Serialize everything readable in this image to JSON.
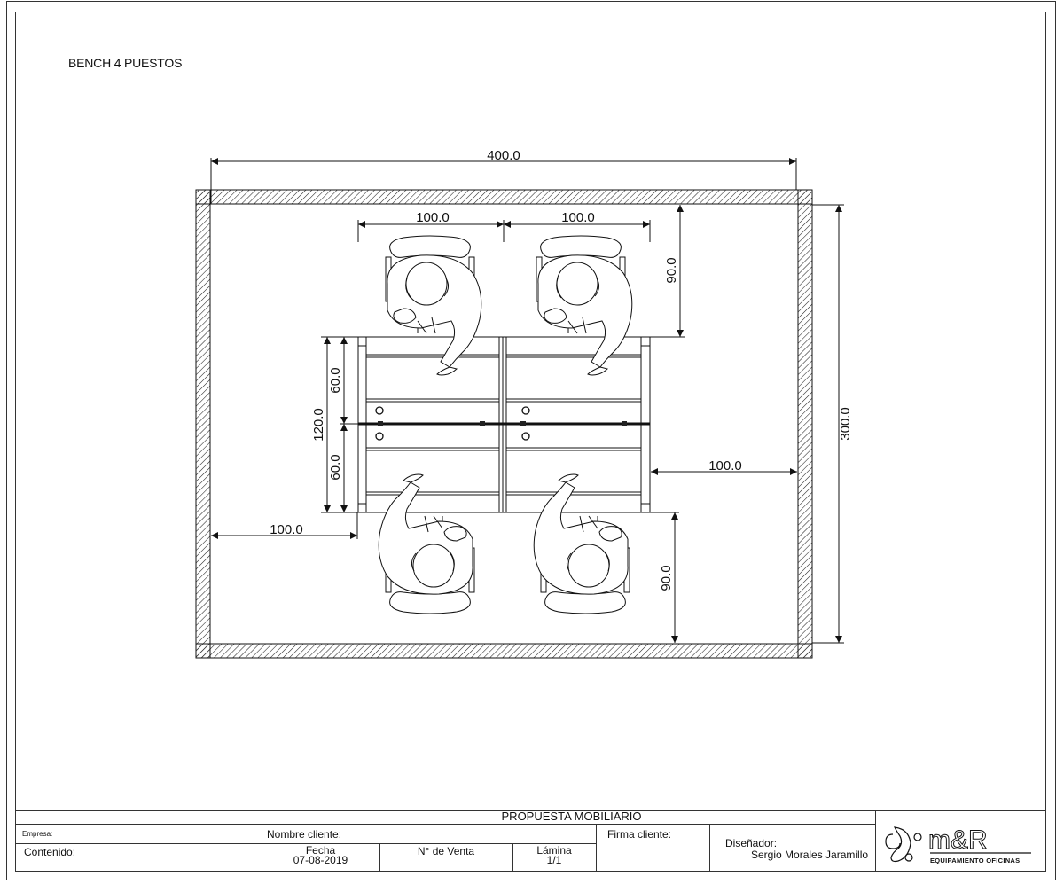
{
  "drawing": {
    "title": "BENCH 4 PUESTOS",
    "dimensions": {
      "room_width": "400.0",
      "room_depth": "300.0",
      "seat_width_left": "100.0",
      "seat_width_right": "100.0",
      "chair_zone_top": "90.0",
      "chair_zone_bottom": "90.0",
      "desk_total_depth": "120.0",
      "desk_half_top": "60.0",
      "desk_half_bottom": "60.0",
      "clearance_left": "100.0",
      "clearance_right": "100.0"
    },
    "workstations": 4,
    "colors": {
      "line": "#111111",
      "hatch": "#222222",
      "background": "#ffffff"
    }
  },
  "title_block": {
    "header": "PROPUESTA MOBILIARIO",
    "empresa_label": "Empresa:",
    "contenido_label": "Contenido:",
    "nombre_cliente_label": "Nombre cliente:",
    "fecha_label": "Fecha",
    "fecha_value": "07-08-2019",
    "n_venta_label": "N° de Venta",
    "lamina_label": "Lámina",
    "lamina_value": "1/1",
    "firma_label": "Firma cliente:",
    "disenador_label": "Diseñador:",
    "disenador_value": "Sergio Morales Jaramillo"
  },
  "logo": {
    "brand": "m&R",
    "tagline": "EQUIPAMIENTO OFICINAS"
  }
}
